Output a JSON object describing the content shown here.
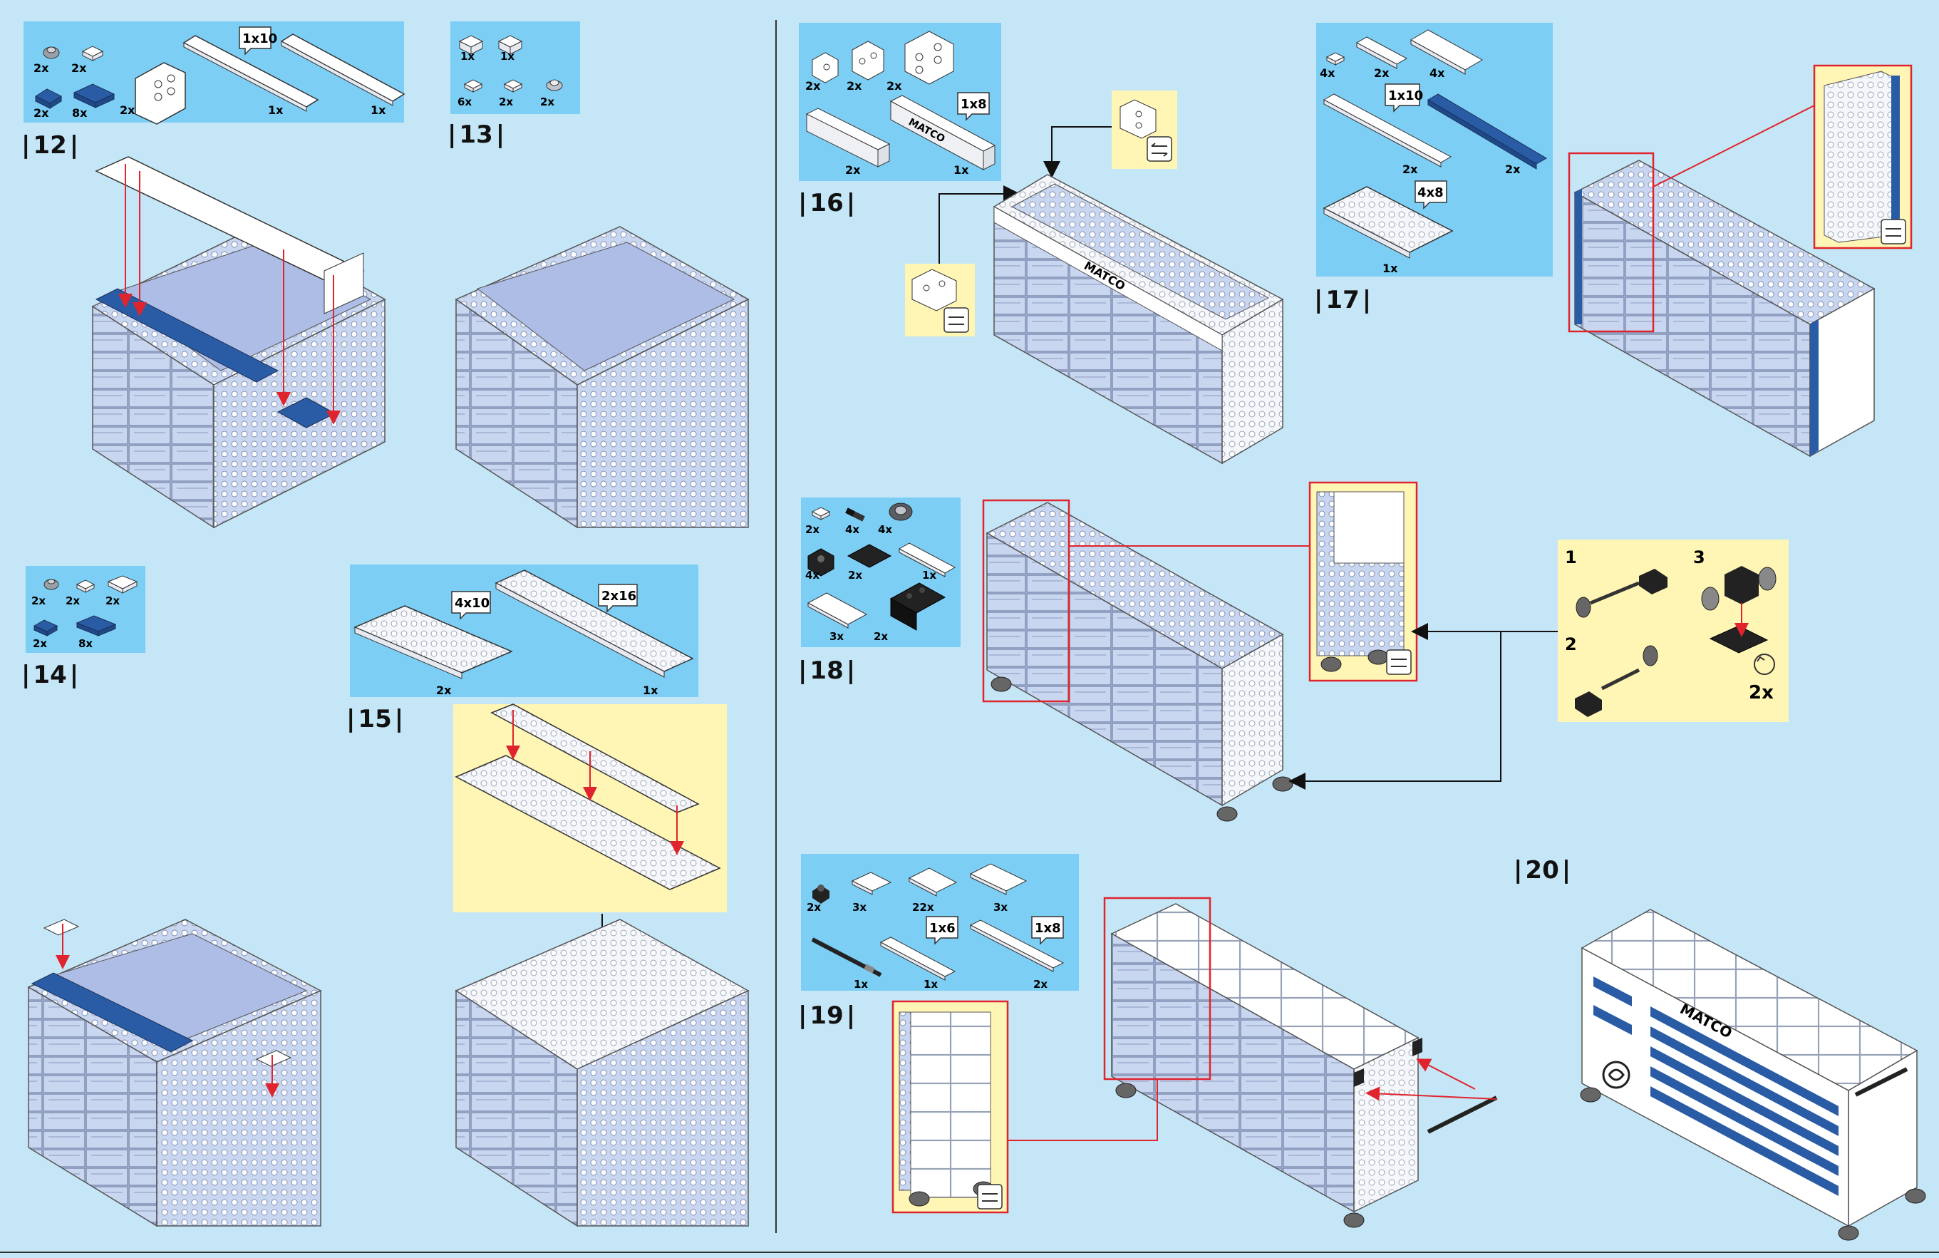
{
  "colors": {
    "background": "#c5e6f7",
    "parts_box": "#7dcef4",
    "callout": "#fff5b4",
    "highlight": "#e0242d",
    "brick_blue": "#2a5ca6",
    "brick_light": "#c9d6f0",
    "brick_white": "#ffffff"
  },
  "steps": {
    "s12": {
      "number": "12",
      "parts": [
        {
          "qty": "2x",
          "icon": "round-plate-icon"
        },
        {
          "qty": "2x",
          "icon": "plate-1x1-icon"
        },
        {
          "qty": "2x",
          "icon": "bracket-icon"
        },
        {
          "qty": "1x",
          "icon": "plate-1x10-icon",
          "size": "1x10"
        },
        {
          "qty": "1x",
          "icon": "plate-1x10-icon"
        },
        {
          "qty": "2x",
          "icon": "blue-plate-icon"
        },
        {
          "qty": "8x",
          "icon": "blue-plate-icon"
        }
      ]
    },
    "s13": {
      "number": "13",
      "parts": [
        {
          "qty": "1x",
          "icon": "bracket-icon"
        },
        {
          "qty": "1x",
          "icon": "bracket-icon"
        },
        {
          "qty": "6x",
          "icon": "plate-1x1-icon"
        },
        {
          "qty": "2x",
          "icon": "plate-1x1-icon"
        },
        {
          "qty": "2x",
          "icon": "round-plate-icon"
        }
      ]
    },
    "s14": {
      "number": "14",
      "parts": [
        {
          "qty": "2x",
          "icon": "round-plate-icon"
        },
        {
          "qty": "2x",
          "icon": "plate-1x1-icon"
        },
        {
          "qty": "2x",
          "icon": "plate-1x2-icon"
        },
        {
          "qty": "2x",
          "icon": "blue-plate-icon"
        },
        {
          "qty": "8x",
          "icon": "blue-plate-icon"
        }
      ]
    },
    "s15": {
      "number": "15",
      "parts": [
        {
          "qty": "2x",
          "icon": "plate-4x10-icon",
          "size": "4x10"
        },
        {
          "qty": "1x",
          "icon": "plate-2x16-icon",
          "size": "2x16"
        }
      ]
    },
    "s16": {
      "number": "16",
      "parts": [
        {
          "qty": "2x",
          "icon": "bracket-icon"
        },
        {
          "qty": "2x",
          "icon": "bracket-icon"
        },
        {
          "qty": "2x",
          "icon": "bracket-icon"
        },
        {
          "qty": "2x",
          "icon": "brick-1x4-icon"
        },
        {
          "qty": "1x",
          "icon": "printed-brick-icon",
          "size": "1x8",
          "print": "MATCO"
        }
      ]
    },
    "s17": {
      "number": "17",
      "parts": [
        {
          "qty": "4x",
          "icon": "plate-1x1-icon"
        },
        {
          "qty": "2x",
          "icon": "plate-1x2-icon"
        },
        {
          "qty": "4x",
          "icon": "tile-2x4-icon"
        },
        {
          "qty": "2x",
          "icon": "plate-1x10-icon",
          "size": "1x10"
        },
        {
          "qty": "2x",
          "icon": "blue-plate-1x10-icon"
        },
        {
          "qty": "1x",
          "icon": "plate-4x8-icon",
          "size": "4x8"
        }
      ]
    },
    "s18": {
      "number": "18",
      "parts": [
        {
          "qty": "2x",
          "icon": "plate-1x1-icon"
        },
        {
          "qty": "4x",
          "icon": "axle-pin-icon"
        },
        {
          "qty": "4x",
          "icon": "wheel-icon"
        },
        {
          "qty": "4x",
          "icon": "wheel-holder-icon"
        },
        {
          "qty": "2x",
          "icon": "black-tile-icon"
        },
        {
          "qty": "1x",
          "icon": "tile-1x3-icon"
        },
        {
          "qty": "3x",
          "icon": "tile-2x3-icon"
        },
        {
          "qty": "2x",
          "icon": "black-plate-icon"
        }
      ],
      "sub_steps": [
        "1",
        "2",
        "3"
      ],
      "sub_qty": "2x"
    },
    "s19": {
      "number": "19",
      "parts": [
        {
          "qty": "2x",
          "icon": "clip-icon"
        },
        {
          "qty": "3x",
          "icon": "tile-2x2-icon"
        },
        {
          "qty": "22x",
          "icon": "tile-2x3-icon"
        },
        {
          "qty": "3x",
          "icon": "tile-2x3-icon"
        },
        {
          "qty": "1x",
          "icon": "bar-icon"
        },
        {
          "qty": "1x",
          "icon": "tile-1x6-icon",
          "size": "1x6"
        },
        {
          "qty": "2x",
          "icon": "tile-1x8-icon",
          "size": "1x8"
        }
      ]
    },
    "s20": {
      "number": "20",
      "print": "MATCO"
    }
  }
}
